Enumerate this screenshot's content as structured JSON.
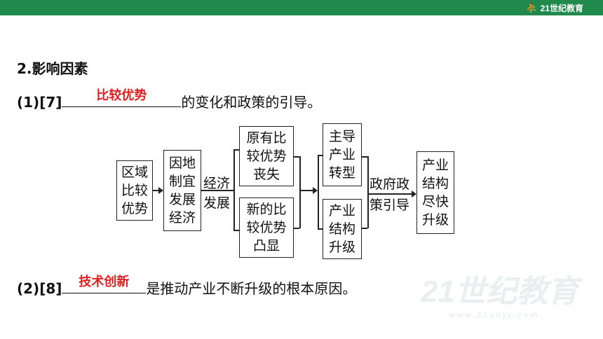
{
  "brand": {
    "logo_text": "21世纪教育"
  },
  "section": {
    "heading": "2.影响因素"
  },
  "q1": {
    "label": "(1)[7]",
    "answer": "比较优势",
    "rest": "的变化和政策的引导。"
  },
  "q2": {
    "label": "(2)[8]",
    "answer": "技术创新",
    "rest": "是推动产业不断升级的根本原因。"
  },
  "diagram": {
    "box1": [
      "区域",
      "比较",
      "优势"
    ],
    "box2": [
      "因地",
      "制宜",
      "发展",
      "经济"
    ],
    "label_econ": [
      "经济",
      "发展"
    ],
    "box3": [
      "原有比",
      "较优势",
      "丧失"
    ],
    "box4": [
      "新的比",
      "较优势",
      "凸显"
    ],
    "box5": [
      "主导",
      "产业",
      "转型"
    ],
    "box6": [
      "产业",
      "结构",
      "升级"
    ],
    "label_policy": [
      "政府政",
      "策引导"
    ],
    "box7": [
      "产业",
      "结构",
      "尽快",
      "升级"
    ]
  },
  "watermark": {
    "text": "21世纪教育",
    "url": "www.21cnjy.com"
  }
}
